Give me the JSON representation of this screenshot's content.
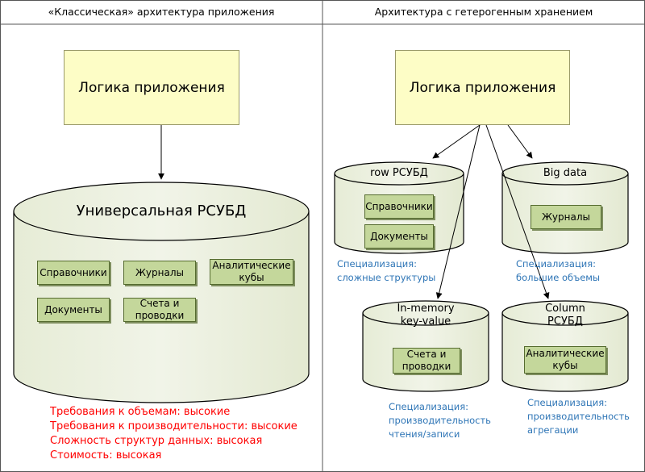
{
  "left": {
    "title": "«Классическая» архитектура приложения",
    "logic": "Логика приложения",
    "db": "Универсальная РСУБД",
    "chips": [
      "Справочники",
      "Журналы",
      "Аналитические кубы",
      "Документы",
      "Счета и проводки"
    ],
    "requirements": [
      "Требования к объемам: высокие",
      "Требования к производительности: высокие",
      "Сложность структур данных: высокая",
      "Стоимость: высокая"
    ]
  },
  "right": {
    "title": "Архитектура с гетерогенным хранением",
    "logic": "Логика приложения",
    "row": {
      "label": "row РСУБД",
      "chips": [
        "Справочники",
        "Документы"
      ],
      "note": [
        "Специализация:",
        "сложные структуры"
      ]
    },
    "bigdata": {
      "label": "Big data",
      "chips": [
        "Журналы"
      ],
      "note": [
        "Специализация:",
        "большие объемы"
      ]
    },
    "inmemory": {
      "label": [
        "In-memory",
        "key-value"
      ],
      "chips": [
        "Счета и проводки"
      ],
      "note": [
        "Специализация:",
        "производительность",
        "чтения/записи"
      ]
    },
    "column": {
      "label": [
        "Column",
        "РСУБД"
      ],
      "chips": [
        "Аналитические кубы"
      ],
      "note": [
        "Специализация:",
        "производительность",
        "агрегации"
      ]
    }
  },
  "colors": {
    "logic_fill": "#fdfdc6",
    "cylinder_fill": "#ebf0de",
    "chip_fill": "#c4d79b",
    "note_color": "#2e75b6",
    "requirement_color": "#ff0000"
  }
}
